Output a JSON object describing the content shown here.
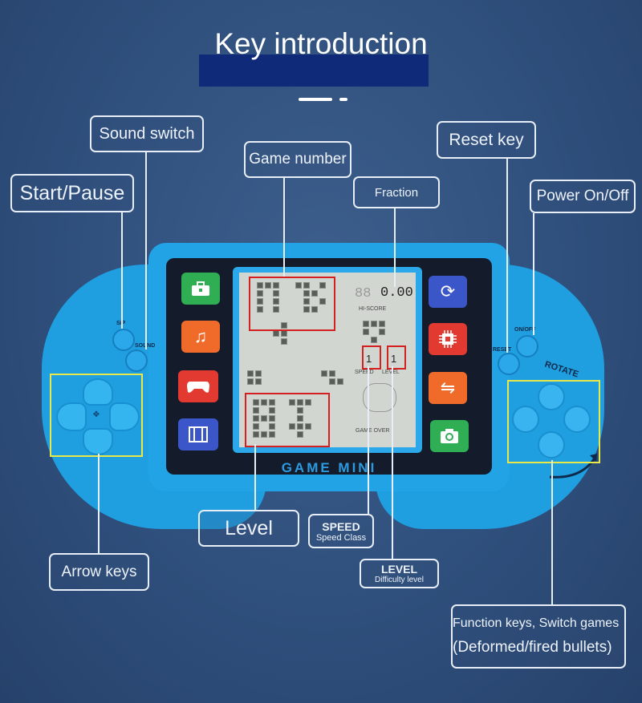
{
  "title": "Key introduction",
  "labels": {
    "sound_switch": "Sound switch",
    "start_pause": "Start/Pause",
    "game_number": "Game number",
    "fraction": "Fraction",
    "reset_key": "Reset key",
    "power": "Power On/Off",
    "level": "Level",
    "speed_title": "SPEED",
    "speed_sub": "Speed Class",
    "level_title": "LEVEL",
    "level_sub": "Difficulty level",
    "arrow_keys": "Arrow keys",
    "function_line1": "Function keys, Switch games",
    "function_line2": "(Deformed/fired bullets)"
  },
  "device": {
    "logo": "GAME MINI",
    "sp": "S/P",
    "sound": "SOUND",
    "reset": "RESET",
    "onoff": "ON/OFF",
    "rotate": "ROTATE",
    "hiscore": "HI-SCORE",
    "speed": "SPEED",
    "level": "LEVEL",
    "game": "GAME",
    "over": "OVER",
    "score": "0.00"
  },
  "icons": [
    "toolbox-icon",
    "music-note-icon",
    "gamepad-icon",
    "film-icon",
    "refresh-icon",
    "chip-icon",
    "usb-icon",
    "camera-icon"
  ],
  "colors": {
    "device_blue": "#1f9ee0",
    "highlight_red": "#d42020",
    "highlight_yellow": "#e8e84a",
    "title_bar": "#0f2a78"
  }
}
